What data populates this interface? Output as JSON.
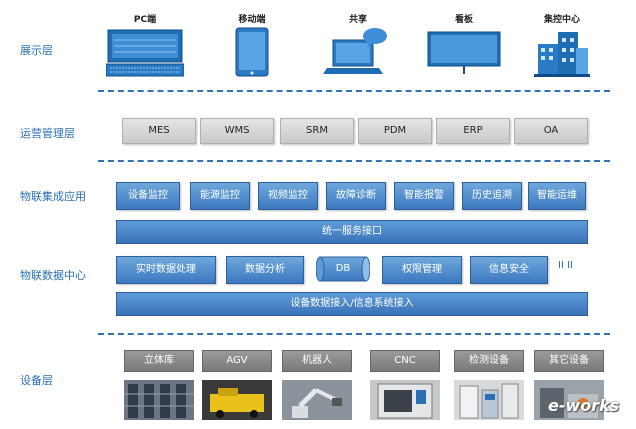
{
  "layers": {
    "presentation": "展示层",
    "operations": "运营管理层",
    "iot_integration": "物联集成应用",
    "iot_data": "物联数据中心",
    "equipment": "设备层"
  },
  "devices": [
    {
      "label": "PC端",
      "icon": "pc-icon"
    },
    {
      "label": "移动端",
      "icon": "tablet-icon"
    },
    {
      "label": "共享",
      "icon": "laptop-share-icon"
    },
    {
      "label": "看板",
      "icon": "board-icon"
    },
    {
      "label": "集控中心",
      "icon": "building-icon"
    }
  ],
  "ops_systems": [
    "MES",
    "WMS",
    "SRM",
    "PDM",
    "ERP",
    "OA"
  ],
  "iot_apps": [
    "设备监控",
    "能源监控",
    "视频监控",
    "故障诊断",
    "智能报警",
    "历史追溯",
    "智能运维"
  ],
  "unified_interface": "统一服务接口",
  "data_center": {
    "items": [
      "实时数据处理",
      "数据分析",
      "DB",
      "权限管理",
      "信息安全"
    ],
    "extra": "II II"
  },
  "data_access": "设备数据接入/信息系统接入",
  "equipment": [
    "立体库",
    "AGV",
    "机器人",
    "CNC",
    "检测设备",
    "其它设备"
  ],
  "watermark": "e-works",
  "colors": {
    "accent": "#2e74b5",
    "app_blue": "#3c78c0",
    "gray": "#c9c9c9"
  }
}
